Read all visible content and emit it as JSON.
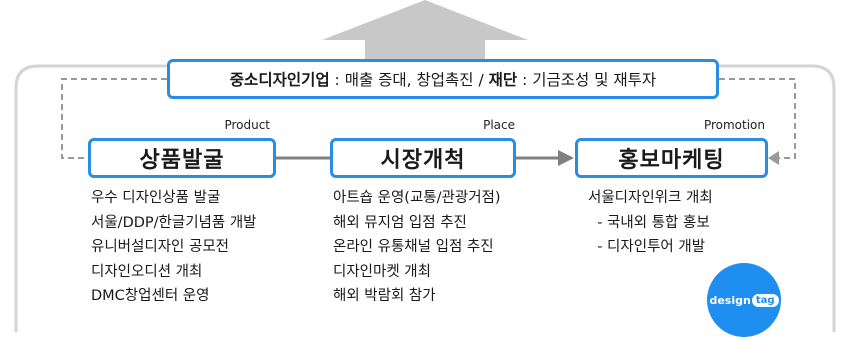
{
  "top_box": {
    "part1_bold": "중소디자인기업",
    "part1_rest": " : 매출 증대, 창업촉진 / ",
    "part2_bold": "재단",
    "part2_rest": " : 기금조성 및 재투자"
  },
  "stages": [
    {
      "label": "Product",
      "title": "상품발굴",
      "items": [
        "우수 디자인상품 발굴",
        "서울/DDP/한글기념품 개발",
        "유니버설디자인 공모전",
        "디자인오디션 개최",
        "DMC창업센터 운영"
      ]
    },
    {
      "label": "Place",
      "title": "시장개척",
      "items": [
        "아트숍 운영(교통/관광거점)",
        "해외 뮤지엄 입점 추진",
        "온라인 유통채널 입점 추진",
        "디자인마켓 개최",
        "해외 박람회 참가"
      ]
    },
    {
      "label": "Promotion",
      "title": "홍보마케팅",
      "items": [
        "서울디자인위크 개최",
        "  - 국내외 통합 홍보",
        "  - 디자인투어 개발"
      ]
    }
  ],
  "logo": {
    "text": "design",
    "tag": "tag"
  },
  "colors": {
    "accent": "#2b8ce6",
    "arrow_gray": "#c8c8c8",
    "connector": "#808080",
    "logo_blue": "#1e8ff0"
  }
}
